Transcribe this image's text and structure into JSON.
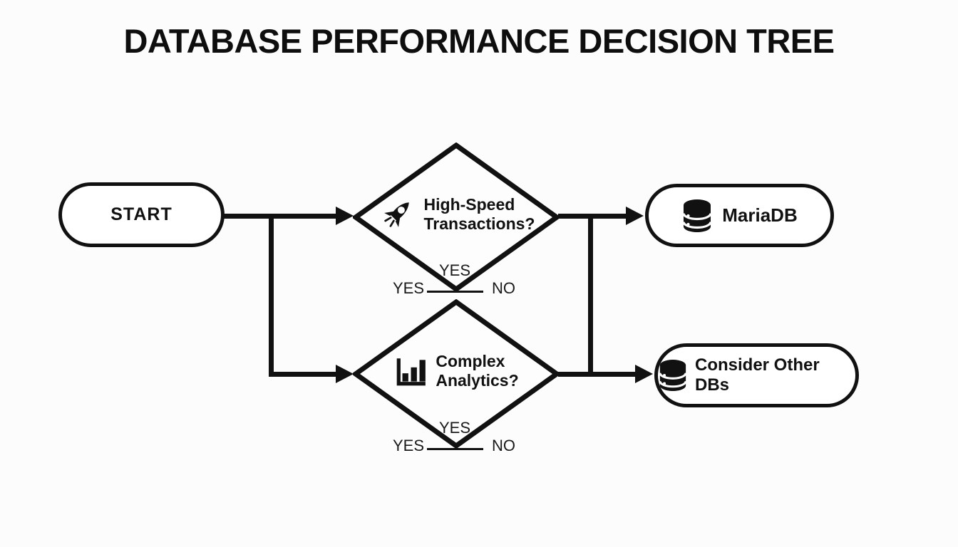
{
  "title": "DATABASE PERFORMANCE DECISION TREE",
  "colors": {
    "ink": "#111111",
    "background": "#fcfcfc",
    "node_fill": "#ffffff"
  },
  "flow": {
    "start": {
      "label": "START",
      "type": "terminal"
    },
    "decisions": [
      {
        "id": "high-speed-transactions",
        "lines": [
          "High-Speed",
          "Transactions?"
        ],
        "icon": "rocket-icon",
        "labels": {
          "bottom_center": "YES",
          "bottom_left": "YES",
          "bottom_right": "NO"
        }
      },
      {
        "id": "complex-analytics",
        "lines": [
          "Complex",
          "Analytics?"
        ],
        "icon": "bar-chart-icon",
        "labels": {
          "bottom_center": "YES",
          "bottom_left": "YES",
          "bottom_right": "NO"
        }
      }
    ],
    "results": [
      {
        "id": "mariadb",
        "label": "MariaDB",
        "icon": "database-icon"
      },
      {
        "id": "consider-other-dbs",
        "label": "Consider Other DBs",
        "icon": "database-icon"
      }
    ],
    "edges": [
      {
        "from": "start",
        "to": "high-speed-transactions"
      },
      {
        "from": "start",
        "to": "complex-analytics"
      },
      {
        "from": "high-speed-transactions",
        "to": "mariadb"
      },
      {
        "from": "high-speed-transactions",
        "to": "complex-analytics"
      },
      {
        "from": "complex-analytics",
        "to": "consider-other-dbs"
      }
    ]
  }
}
